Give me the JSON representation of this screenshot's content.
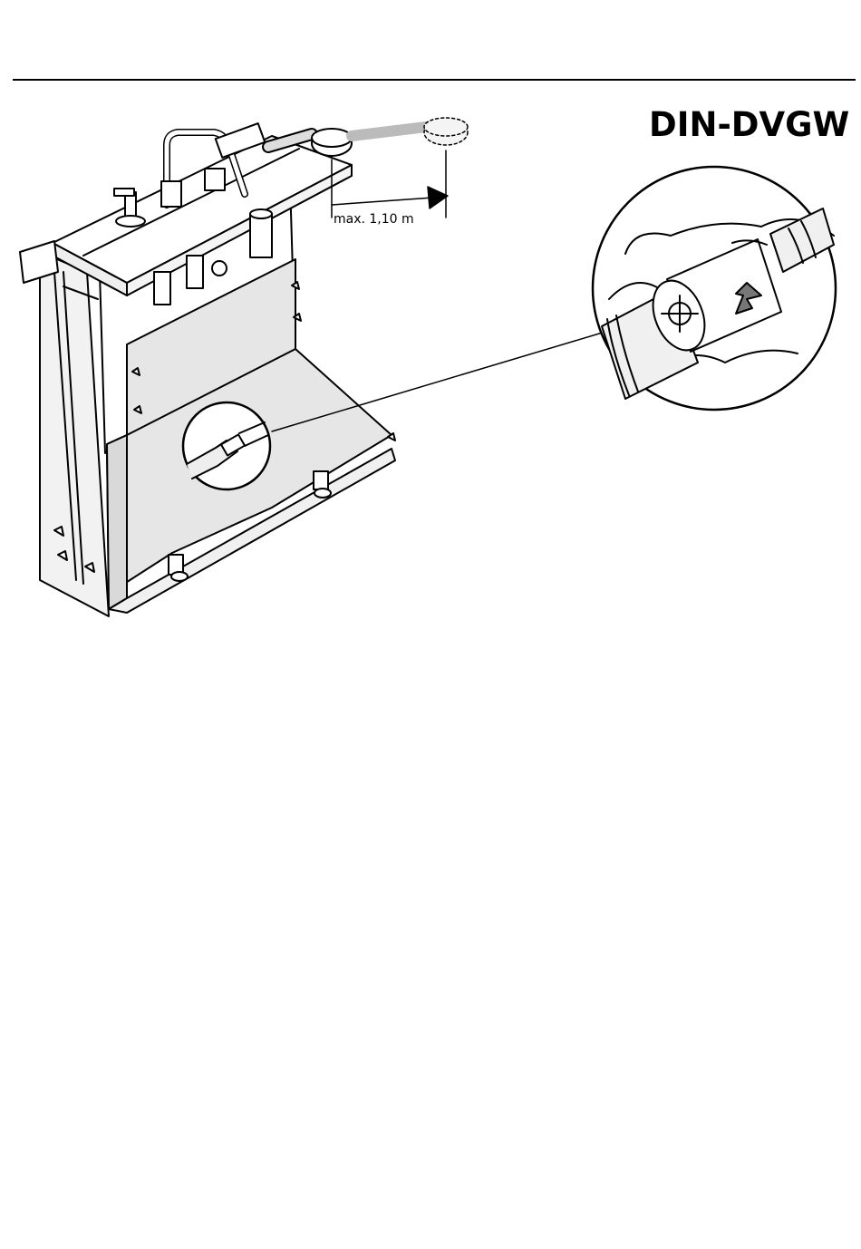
{
  "header": {
    "certification_label": "DIN-DVGW"
  },
  "diagram": {
    "hose_length_label": "max. 1,10 m",
    "colors": {
      "line": "#000000",
      "panel_fill": "#e6e6e6",
      "hose_fill": "#dcdcdc",
      "paper": "#ffffff"
    },
    "icons": [
      "bathtub-mount-unit",
      "hand-shower",
      "detail-magnifier-circle",
      "flow-direction-arrow"
    ]
  }
}
